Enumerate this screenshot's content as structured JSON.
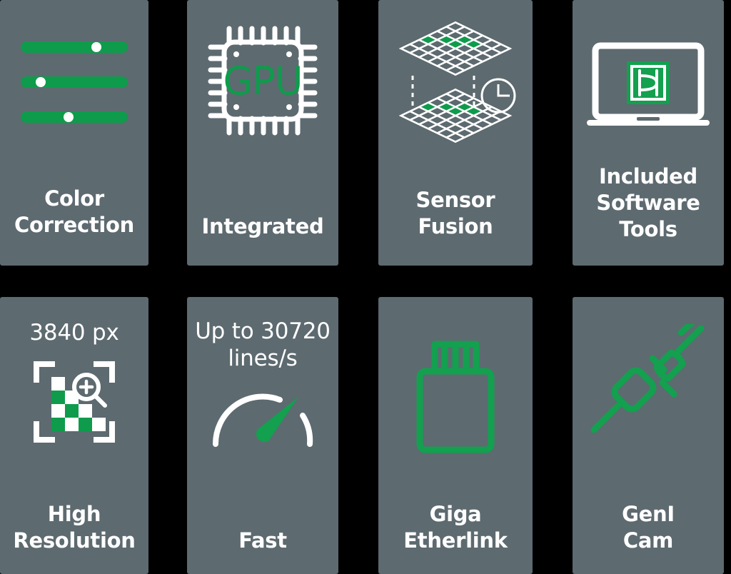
{
  "theme": {
    "page_background": "#000000",
    "card_background": "#5d6a70",
    "accent_green": "#0f9b4c",
    "text_white": "#ffffff"
  },
  "cards": [
    {
      "id": "color-correction",
      "icon": "sliders-icon",
      "label": "Color\nCorrection",
      "stat": "",
      "sliders": [
        {
          "name": "slider-1",
          "knob_percent": 66
        },
        {
          "name": "slider-2",
          "knob_percent": 14
        },
        {
          "name": "slider-3",
          "knob_percent": 40
        }
      ]
    },
    {
      "id": "integrated-gpu",
      "icon": "gpu-chip-icon",
      "icon_text": "GPU",
      "label": "Integrated",
      "stat": ""
    },
    {
      "id": "sensor-fusion",
      "icon": "stacked-sensor-grids-icon",
      "secondary_icon": "clock-icon",
      "label": "Sensor\nFusion",
      "stat": ""
    },
    {
      "id": "included-software-tools",
      "icon": "laptop-icon",
      "secondary_icon": "app-logo-icon",
      "label": "Included\nSoftware\nTools",
      "stat": ""
    },
    {
      "id": "high-resolution",
      "icon": "pixel-zoom-icon",
      "label": "High\nResolution",
      "stat": "3840 px"
    },
    {
      "id": "fast",
      "icon": "speedometer-icon",
      "label": "Fast",
      "stat": "Up to\n30720\nlines/s"
    },
    {
      "id": "giga-etherlink",
      "icon": "rj45-connector-icon",
      "label": "Giga\nEtherlink",
      "stat": ""
    },
    {
      "id": "genicam",
      "icon": "plug-socket-icon",
      "label": "GenI\nCam",
      "stat": ""
    }
  ]
}
